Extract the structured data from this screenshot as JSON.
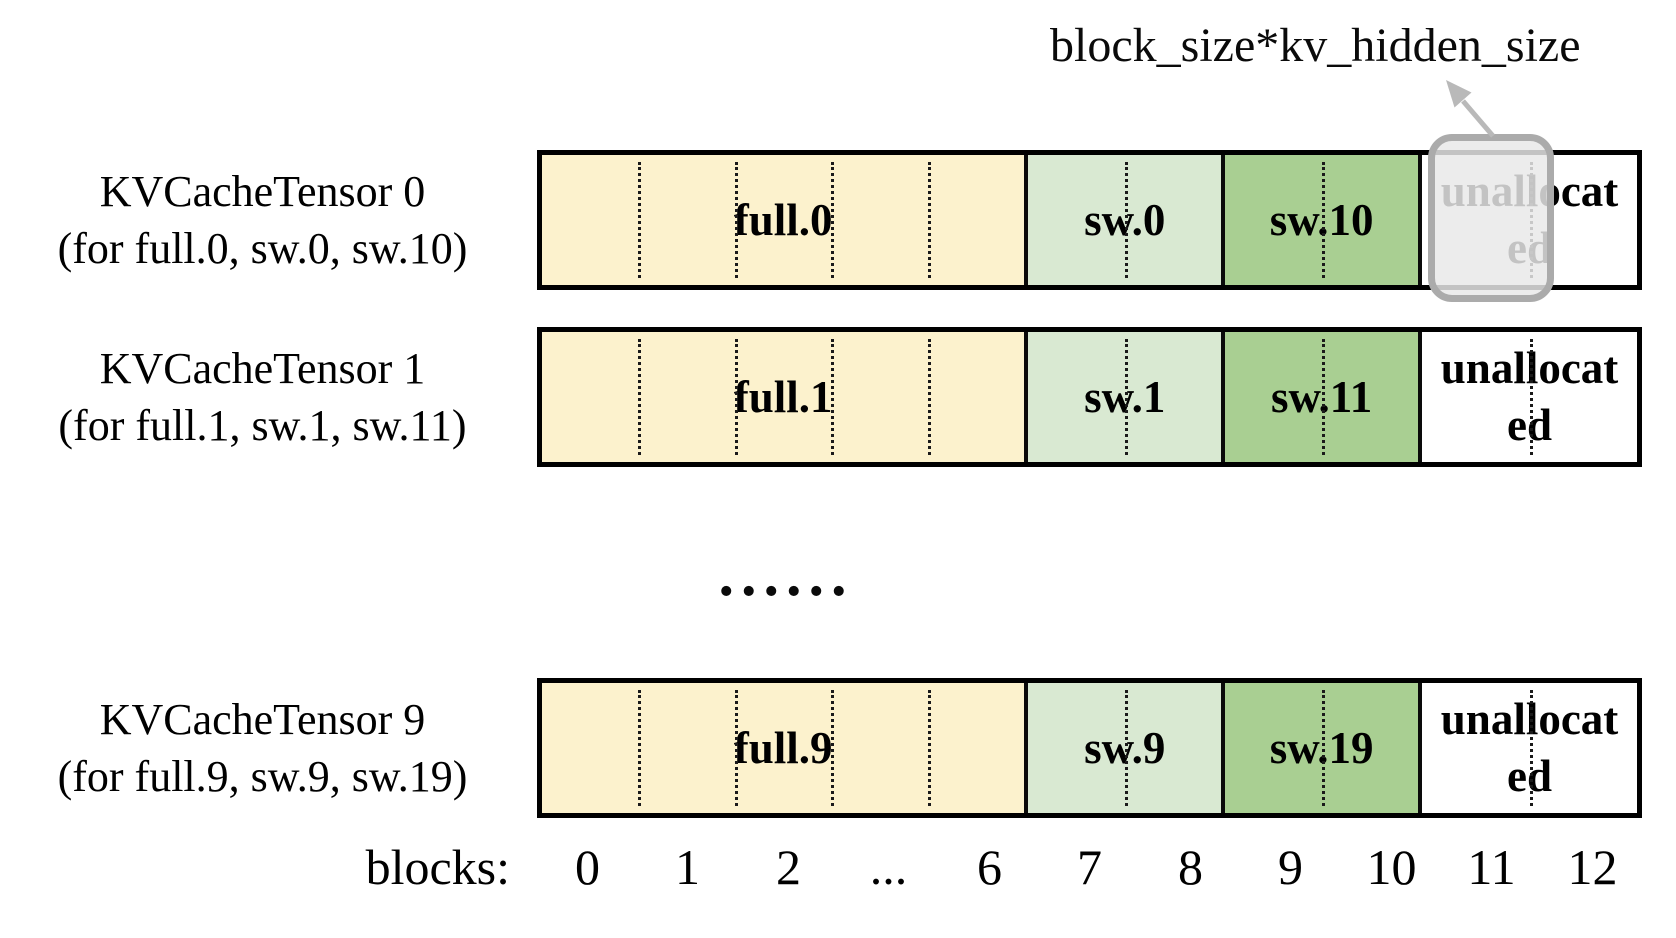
{
  "annotation": {
    "label": "block_size*kv_hidden_size"
  },
  "rows": [
    {
      "title": "KVCacheTensor 0",
      "subtitle": "(for full.0, sw.0, sw.10)",
      "segments": [
        {
          "label": "full.0"
        },
        {
          "label": "sw.0"
        },
        {
          "label": "sw.10"
        },
        {
          "label": "unallocated"
        }
      ]
    },
    {
      "title": "KVCacheTensor 1",
      "subtitle": "(for full.1, sw.1, sw.11)",
      "segments": [
        {
          "label": "full.1"
        },
        {
          "label": "sw.1"
        },
        {
          "label": "sw.11"
        },
        {
          "label": "unallocated"
        }
      ]
    },
    {
      "title": "KVCacheTensor 9",
      "subtitle": "(for full.9, sw.9, sw.19)",
      "segments": [
        {
          "label": "full.9"
        },
        {
          "label": "sw.9"
        },
        {
          "label": "sw.19"
        },
        {
          "label": "unallocated"
        }
      ]
    }
  ],
  "separator": "......",
  "axis": {
    "label": "blocks:",
    "ticks": [
      "0",
      "1",
      "2",
      "...",
      "6",
      "7",
      "8",
      "9",
      "10",
      "11",
      "12"
    ]
  },
  "colors": {
    "full_block": "#FCF2CD",
    "sw_first": "#D9E9D2",
    "sw_second": "#A9CF92",
    "unallocated": "#FFFFFF",
    "outline": "#000000",
    "highlight": "#ABABAB",
    "arrow": "#B9B9B9"
  }
}
